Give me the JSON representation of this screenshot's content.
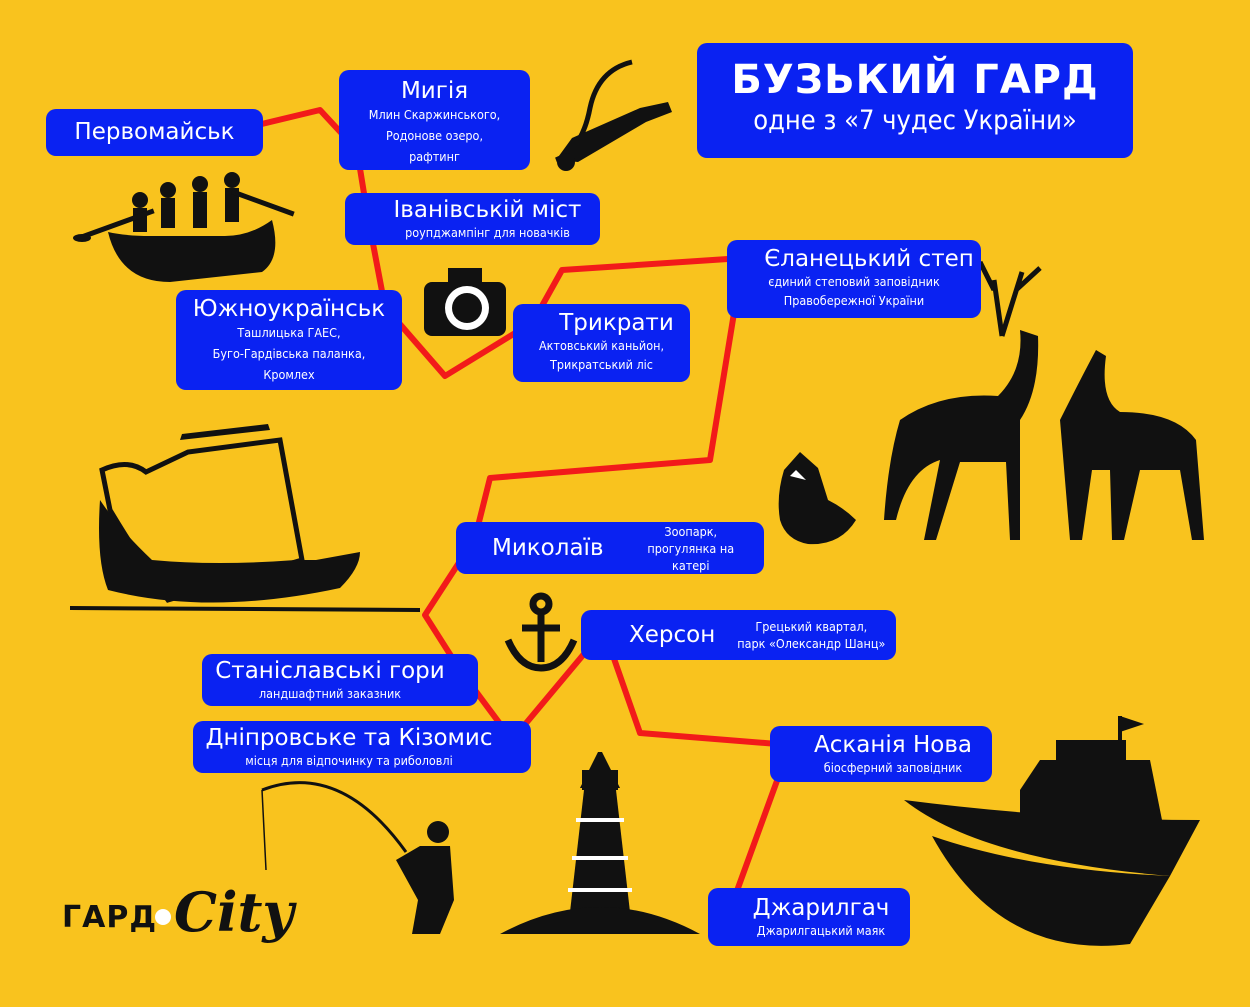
{
  "colors": {
    "background": "#F9C31E",
    "box": "#0A22F2",
    "route": "#F21A1A",
    "silhouette": "#111111"
  },
  "title": {
    "heading": "БУЗЬКИЙ ГАРД",
    "subheading": "одне з «7 чудес України»"
  },
  "stops": [
    {
      "name": "Первомайськ",
      "desc": ""
    },
    {
      "name": "Мигія",
      "desc": "Млин Скаржинського,\nРодонове озеро,\nрафтинг"
    },
    {
      "name": "Іванівській міст",
      "desc": "роупджампінг для новачків"
    },
    {
      "name": "Южноукраїнськ",
      "desc": "Ташлицька ГАЕС,\nБуго-Гардівська паланка,\nКромлех"
    },
    {
      "name": "Трикрати",
      "desc": "Актовський каньйон,\nТрикратський ліс"
    },
    {
      "name": "Єланецький степ",
      "desc": "єдиний степовий заповідник\nПравобережної України"
    },
    {
      "name": "Миколаїв",
      "desc": "Зоопарк,\nпрогулянка на катері"
    },
    {
      "name": "Херсон",
      "desc": "Грецький квартал,\nпарк «Олександр Шанц»"
    },
    {
      "name": "Станіславські гори",
      "desc": "ландшафтний заказник"
    },
    {
      "name": "Дніпровське та Кізомис",
      "desc": "місця для відпочинку та риболовлі"
    },
    {
      "name": "Асканія Нова",
      "desc": "біосферний заповідник"
    },
    {
      "name": "Джарилгач",
      "desc": "Джарилгацький маяк"
    }
  ],
  "route_order": [
    "Первомайськ",
    "Мигія",
    "Іванівській міст",
    "Южноукраїнськ",
    "Трикрати",
    "Єланецький степ",
    "Миколаїв",
    "Станіславські гори",
    "Дніпровське та Кізомис",
    "Херсон",
    "Асканія Нова",
    "Джарилгач"
  ],
  "icons": [
    "rafting-icon",
    "bungee-jumper-icon",
    "camera-icon",
    "deer-icon",
    "fox-icon",
    "viking-ship-icon",
    "anchor-icon",
    "lighthouse-icon",
    "fisherman-icon",
    "ship-icon"
  ],
  "logo": {
    "text_left": "ГАРД",
    "text_right": "City"
  }
}
